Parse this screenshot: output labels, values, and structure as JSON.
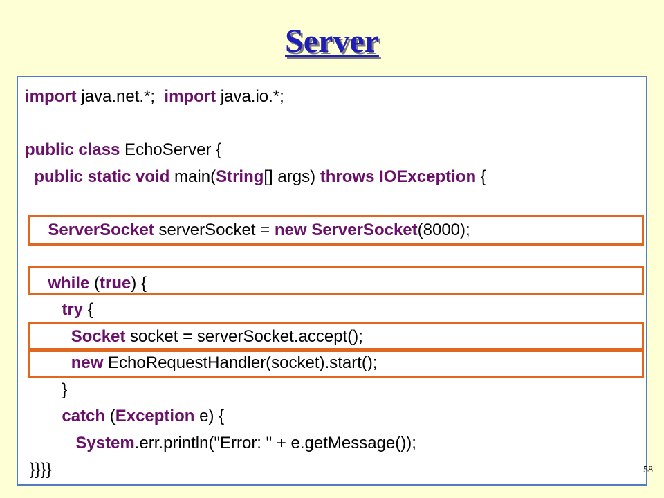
{
  "title": "Server",
  "page_number": "58",
  "code_lines": [
    {
      "key": "imports",
      "parts": [
        {
          "t": "import",
          "kw": true
        },
        {
          "t": " java.net.*;  "
        },
        {
          "t": "import",
          "kw": true
        },
        {
          "t": " java.io.*;"
        }
      ]
    },
    {
      "key": "blank-1",
      "parts": []
    },
    {
      "key": "class-decl",
      "parts": [
        {
          "t": "public class",
          "kw": true
        },
        {
          "t": " EchoServer {"
        }
      ]
    },
    {
      "key": "main-decl",
      "parts": [
        {
          "t": "  "
        },
        {
          "t": "public static void",
          "kw": true
        },
        {
          "t": " main("
        },
        {
          "t": "String",
          "kw": true
        },
        {
          "t": "[] args) "
        },
        {
          "t": "throws IOException",
          "kw": true
        },
        {
          "t": " {"
        }
      ]
    },
    {
      "key": "blank-2",
      "parts": []
    },
    {
      "key": "server-socket",
      "parts": [
        {
          "t": "     "
        },
        {
          "t": "ServerSocket",
          "kw": true
        },
        {
          "t": " serverSocket = "
        },
        {
          "t": "new ServerSocket",
          "kw": true
        },
        {
          "t": "(8000);"
        }
      ]
    },
    {
      "key": "blank-3",
      "parts": []
    },
    {
      "key": "while-loop",
      "parts": [
        {
          "t": "     "
        },
        {
          "t": "while",
          "kw": true
        },
        {
          "t": " ("
        },
        {
          "t": "true",
          "kw": true
        },
        {
          "t": ") {"
        }
      ]
    },
    {
      "key": "try",
      "parts": [
        {
          "t": "        "
        },
        {
          "t": "try",
          "kw": true
        },
        {
          "t": " {"
        }
      ]
    },
    {
      "key": "accept",
      "parts": [
        {
          "t": "          "
        },
        {
          "t": "Socket",
          "kw": true
        },
        {
          "t": " socket = serverSocket.accept();"
        }
      ]
    },
    {
      "key": "handler",
      "parts": [
        {
          "t": "          "
        },
        {
          "t": "new",
          "kw": true
        },
        {
          "t": " EchoRequestHandler(socket).start();"
        }
      ]
    },
    {
      "key": "try-close",
      "parts": [
        {
          "t": "        }"
        }
      ]
    },
    {
      "key": "catch",
      "parts": [
        {
          "t": "        "
        },
        {
          "t": "catch",
          "kw": true
        },
        {
          "t": " ("
        },
        {
          "t": "Exception",
          "kw": true
        },
        {
          "t": " e) {"
        }
      ]
    },
    {
      "key": "println",
      "parts": [
        {
          "t": "           "
        },
        {
          "t": "System",
          "kw": true
        },
        {
          "t": ".err.println(\"Error: \" + e.getMessage());"
        }
      ]
    },
    {
      "key": "closing-braces",
      "parts": [
        {
          "t": " }}}}"
        }
      ]
    }
  ],
  "highlight_colors": {
    "box": "#E0671F",
    "keyword": "#6A0F6A",
    "title": "#1F1FB8",
    "border": "#4F7CC4",
    "background": "#FFFFD6"
  }
}
